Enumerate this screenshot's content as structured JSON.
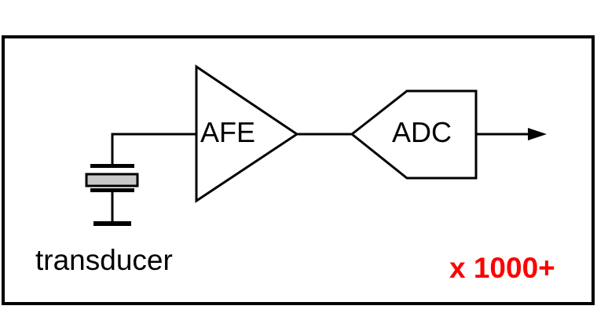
{
  "blocks": {
    "afe_label": "AFE",
    "adc_label": "ADC"
  },
  "transducer_label": "transducer",
  "multiplier_label": "x 1000+",
  "colors": {
    "stroke": "#000000",
    "transducer_element": "#c8c8c8",
    "multiplier": "#ff0000"
  }
}
